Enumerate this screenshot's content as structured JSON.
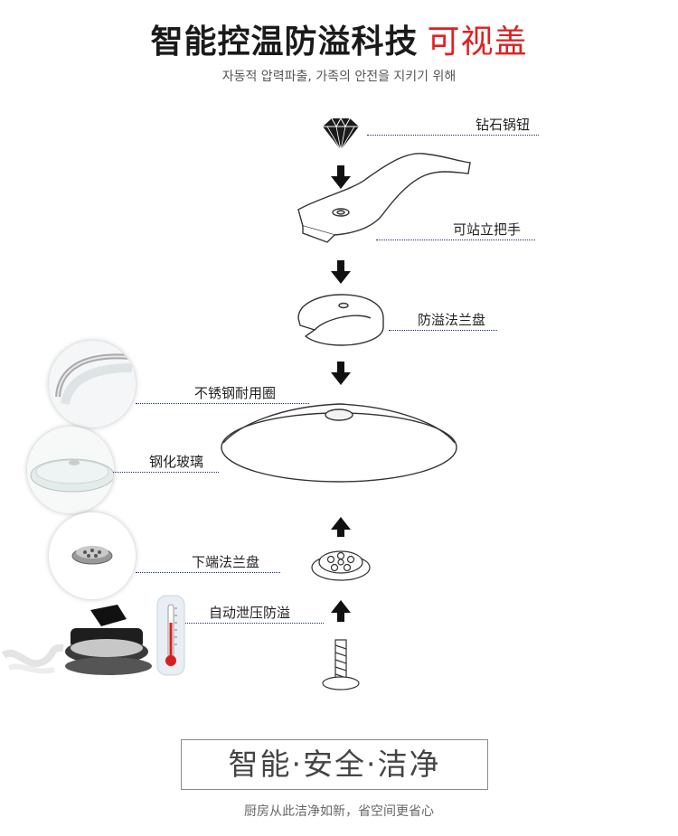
{
  "header": {
    "title_main": "智能控温防溢科技",
    "title_accent": "可视盖",
    "subtitle": "자동적 압력파출, 가족의 안전을 지키기 위해"
  },
  "parts": {
    "knob": "钻石锅钮",
    "handle": "可站立把手",
    "flange": "防溢法兰盘",
    "ring": "不锈钢耐用圈",
    "glass": "钢化玻璃",
    "lower_flange": "下端法兰盘",
    "vent": "自动泄压防溢"
  },
  "slogan": "智能·安全·洁净",
  "footer": "厨房从此洁净如新，省空间更省心",
  "colors": {
    "accent": "#e02020",
    "leader_line": "#1c2e6e"
  }
}
